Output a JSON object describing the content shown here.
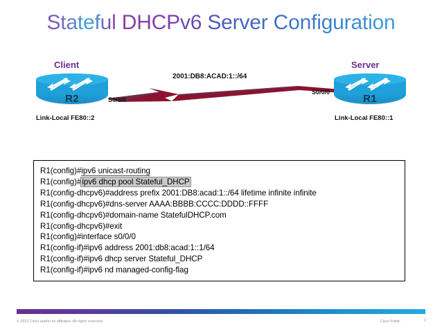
{
  "slide": {
    "title": "Stateful DHCPv6 Server Configuration"
  },
  "diagram": {
    "client_label": "Client",
    "server_label": "Server",
    "left_router_name": "R2",
    "right_router_name": "R1",
    "left_link_local": "Link-Local FE80::2",
    "right_link_local": "Link-Local FE80::1",
    "left_interface": "S0/0/0",
    "right_interface": "S0/0/0",
    "network_label": "2001:DB8:ACAD:1::/64",
    "label_color": "#6b2f8f",
    "router_color": "#1fa0d8",
    "link_color": "#8c1230"
  },
  "cli": {
    "lines": [
      {
        "prompt": "R1(config)#",
        "command": "ipv6 unicast-routing",
        "style": "underline"
      },
      {
        "prompt": "R1(config)#",
        "command": "ipv6 dhcp pool Stateful_DHCP",
        "style": "highlight"
      },
      {
        "prompt": "R1(config-dhcpv6)#",
        "command": "address prefix 2001:DB8:acad:1::/64 lifetime infinite infinite",
        "style": "none"
      },
      {
        "prompt": "R1(config-dhcpv6)#",
        "command": "dns-server AAAA:BBBB:CCCC:DDDD::FFFF",
        "style": "none"
      },
      {
        "prompt": "R1(config-dhcpv6)#",
        "command": "domain-name StatefulDHCP.com",
        "style": "none"
      },
      {
        "prompt": "R1(config-dhcpv6)#",
        "command": "exit",
        "style": "none"
      },
      {
        "prompt": "R1(config)#",
        "command": "interface s0/0/0",
        "style": "none"
      },
      {
        "prompt": "R1(config-if)#",
        "command": "ipv6 address 2001:db8:acad:1::1/64",
        "style": "none"
      },
      {
        "prompt": "R1(config-if)#",
        "command": "ipv6 dhcp server Stateful_DHCP",
        "style": "none"
      },
      {
        "prompt": "R1(config-if)#",
        "command": "ipv6 nd managed-config-flag",
        "style": "none"
      }
    ]
  },
  "footer": {
    "copyright": "© 2013 Cisco and/or its affiliates. All rights reserved.",
    "classification": "Cisco Public",
    "page_number": "8"
  }
}
